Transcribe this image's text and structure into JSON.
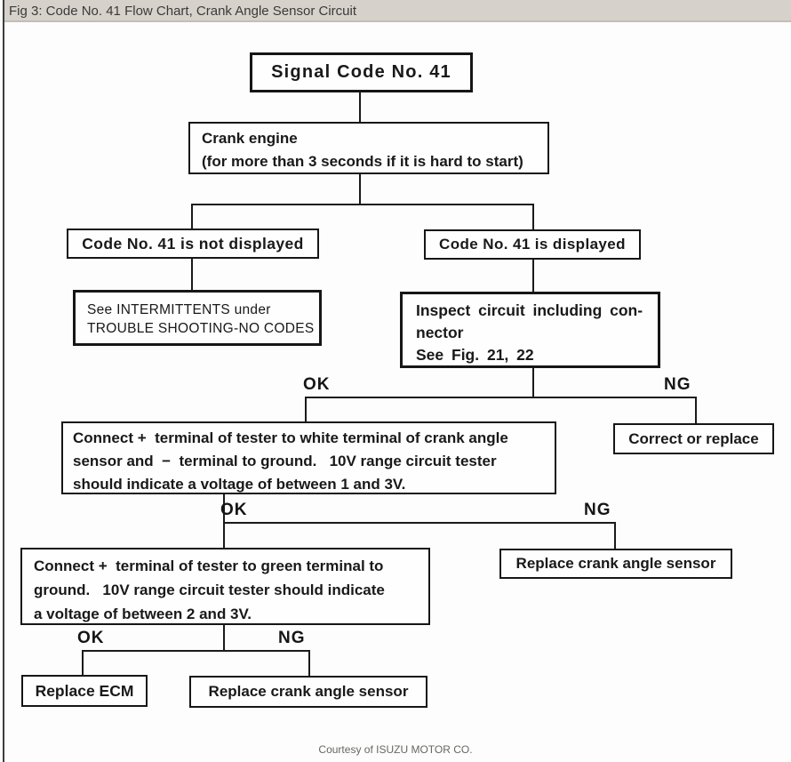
{
  "caption": {
    "title": "Fig 3: Code No. 41 Flow Chart, Crank Angle Sensor Circuit"
  },
  "colors": {
    "caption_bg": "#d6d2cb",
    "caption_text": "#3a3a3a",
    "ink": "#191919",
    "footer_text": "#68665f"
  },
  "flowchart": {
    "signal": {
      "label": "Signal Code No. 41"
    },
    "crank": {
      "lines": [
        "Crank engine",
        "(for more than 3 seconds if it is hard to start)"
      ]
    },
    "not_displayed": {
      "label": "Code No. 41 is not displayed"
    },
    "displayed": {
      "label": "Code No. 41 is displayed"
    },
    "intermittents": {
      "lines": [
        "See INTERMITTENTS under",
        "TROUBLE SHOOTING-NO CODES"
      ]
    },
    "inspect": {
      "lines": [
        "Inspect circuit including con-",
        "nector",
        "See Fig. 21, 22"
      ]
    },
    "branch1": {
      "ok": "OK",
      "ng": "NG"
    },
    "test1": {
      "lines": [
        "Connect +  terminal of tester to white terminal of crank angle",
        "sensor and  −  terminal to ground.   10V range circuit tester",
        "should indicate a voltage of between 1 and 3V."
      ]
    },
    "correct_or_replace": {
      "label": "Correct or replace"
    },
    "branch2": {
      "ok": "OK",
      "ng": "NG"
    },
    "test2": {
      "lines": [
        "Connect +  terminal of tester to green terminal to",
        "ground.   10V range circuit tester should indicate",
        "a voltage of between 2 and 3V."
      ]
    },
    "replace_sensor_right": {
      "label": "Replace crank angle sensor"
    },
    "branch3": {
      "ok": "OK",
      "ng": "NG"
    },
    "replace_ecm": {
      "label": "Replace ECM"
    },
    "replace_sensor_bottom": {
      "label": "Replace crank angle sensor"
    }
  },
  "footer": {
    "credit": "Courtesy of ISUZU MOTOR CO."
  }
}
